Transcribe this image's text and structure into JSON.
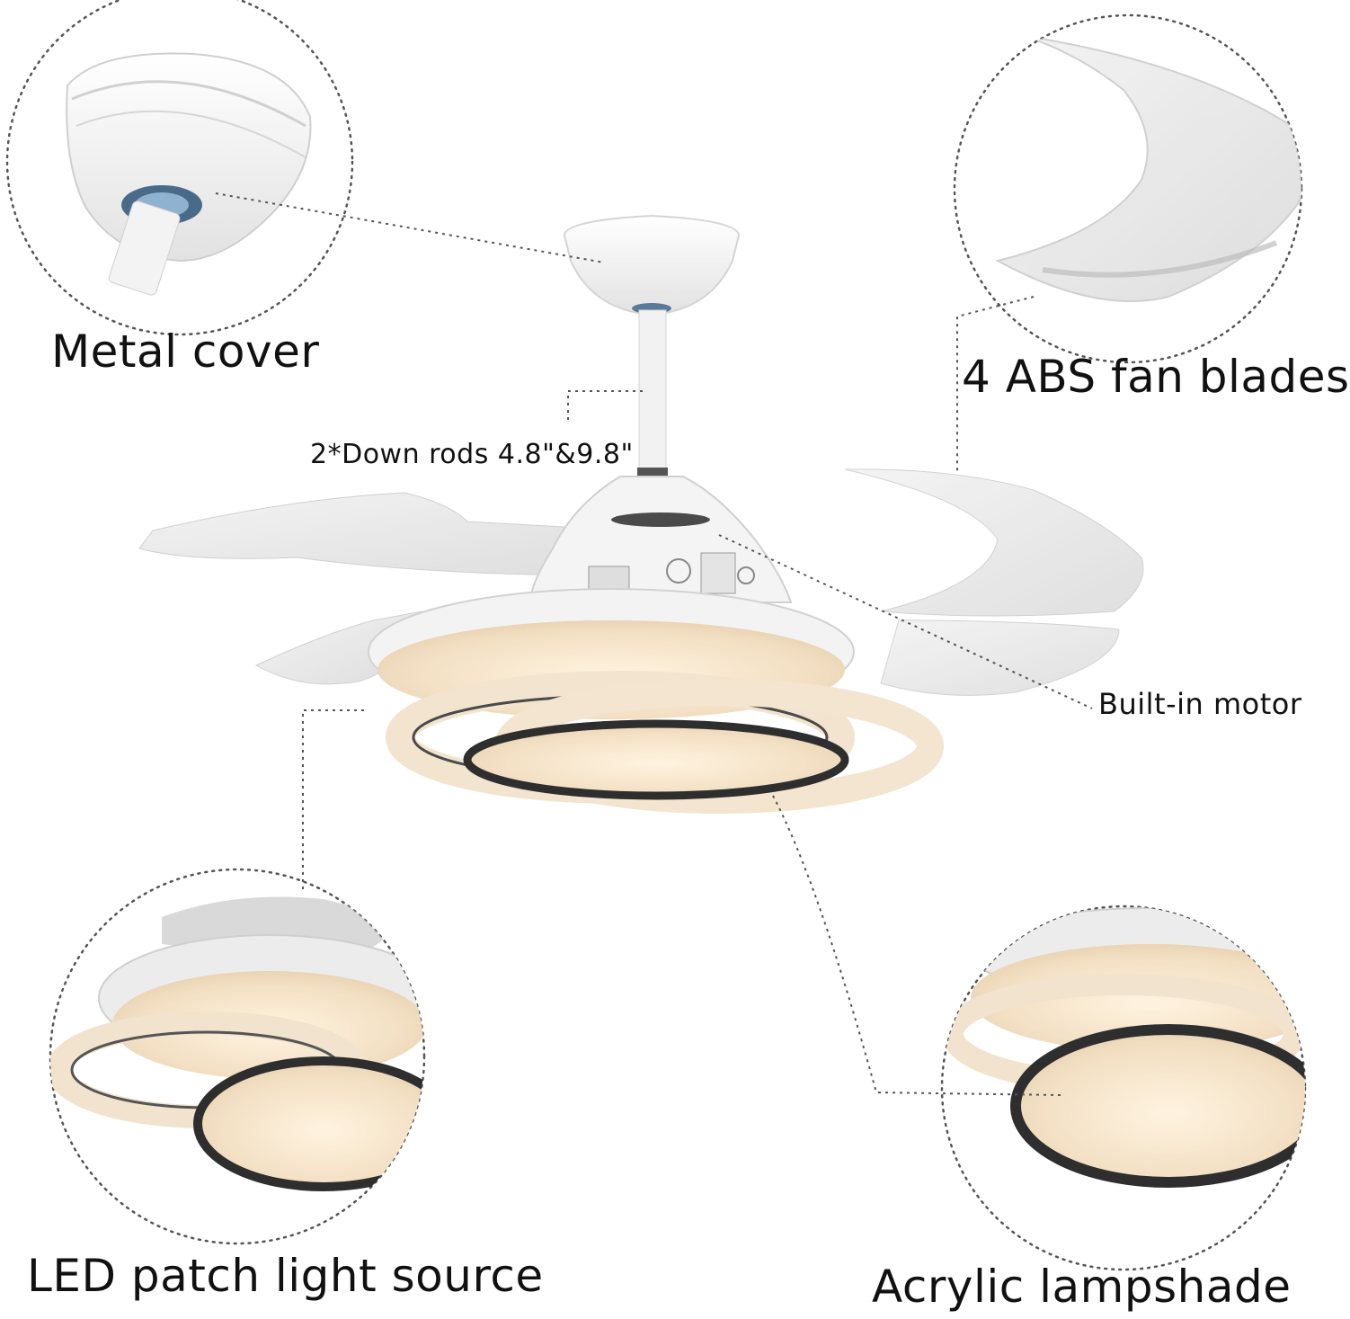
{
  "labels": {
    "metal_cover": "Metal cover",
    "fan_blades": "4 ABS fan blades",
    "down_rods": "2*Down rods 4.8\"&9.8\"",
    "motor": "Built-in motor",
    "led_source": "LED patch light source",
    "lampshade": "Acrylic lampshade"
  },
  "colors": {
    "background": "#ffffff",
    "label_text": "#111111",
    "fan_body": "#f4f4f4",
    "warm_light": "#f7ead6",
    "dark_ring": "#2e2e2e",
    "dotted_line": "#555555"
  }
}
